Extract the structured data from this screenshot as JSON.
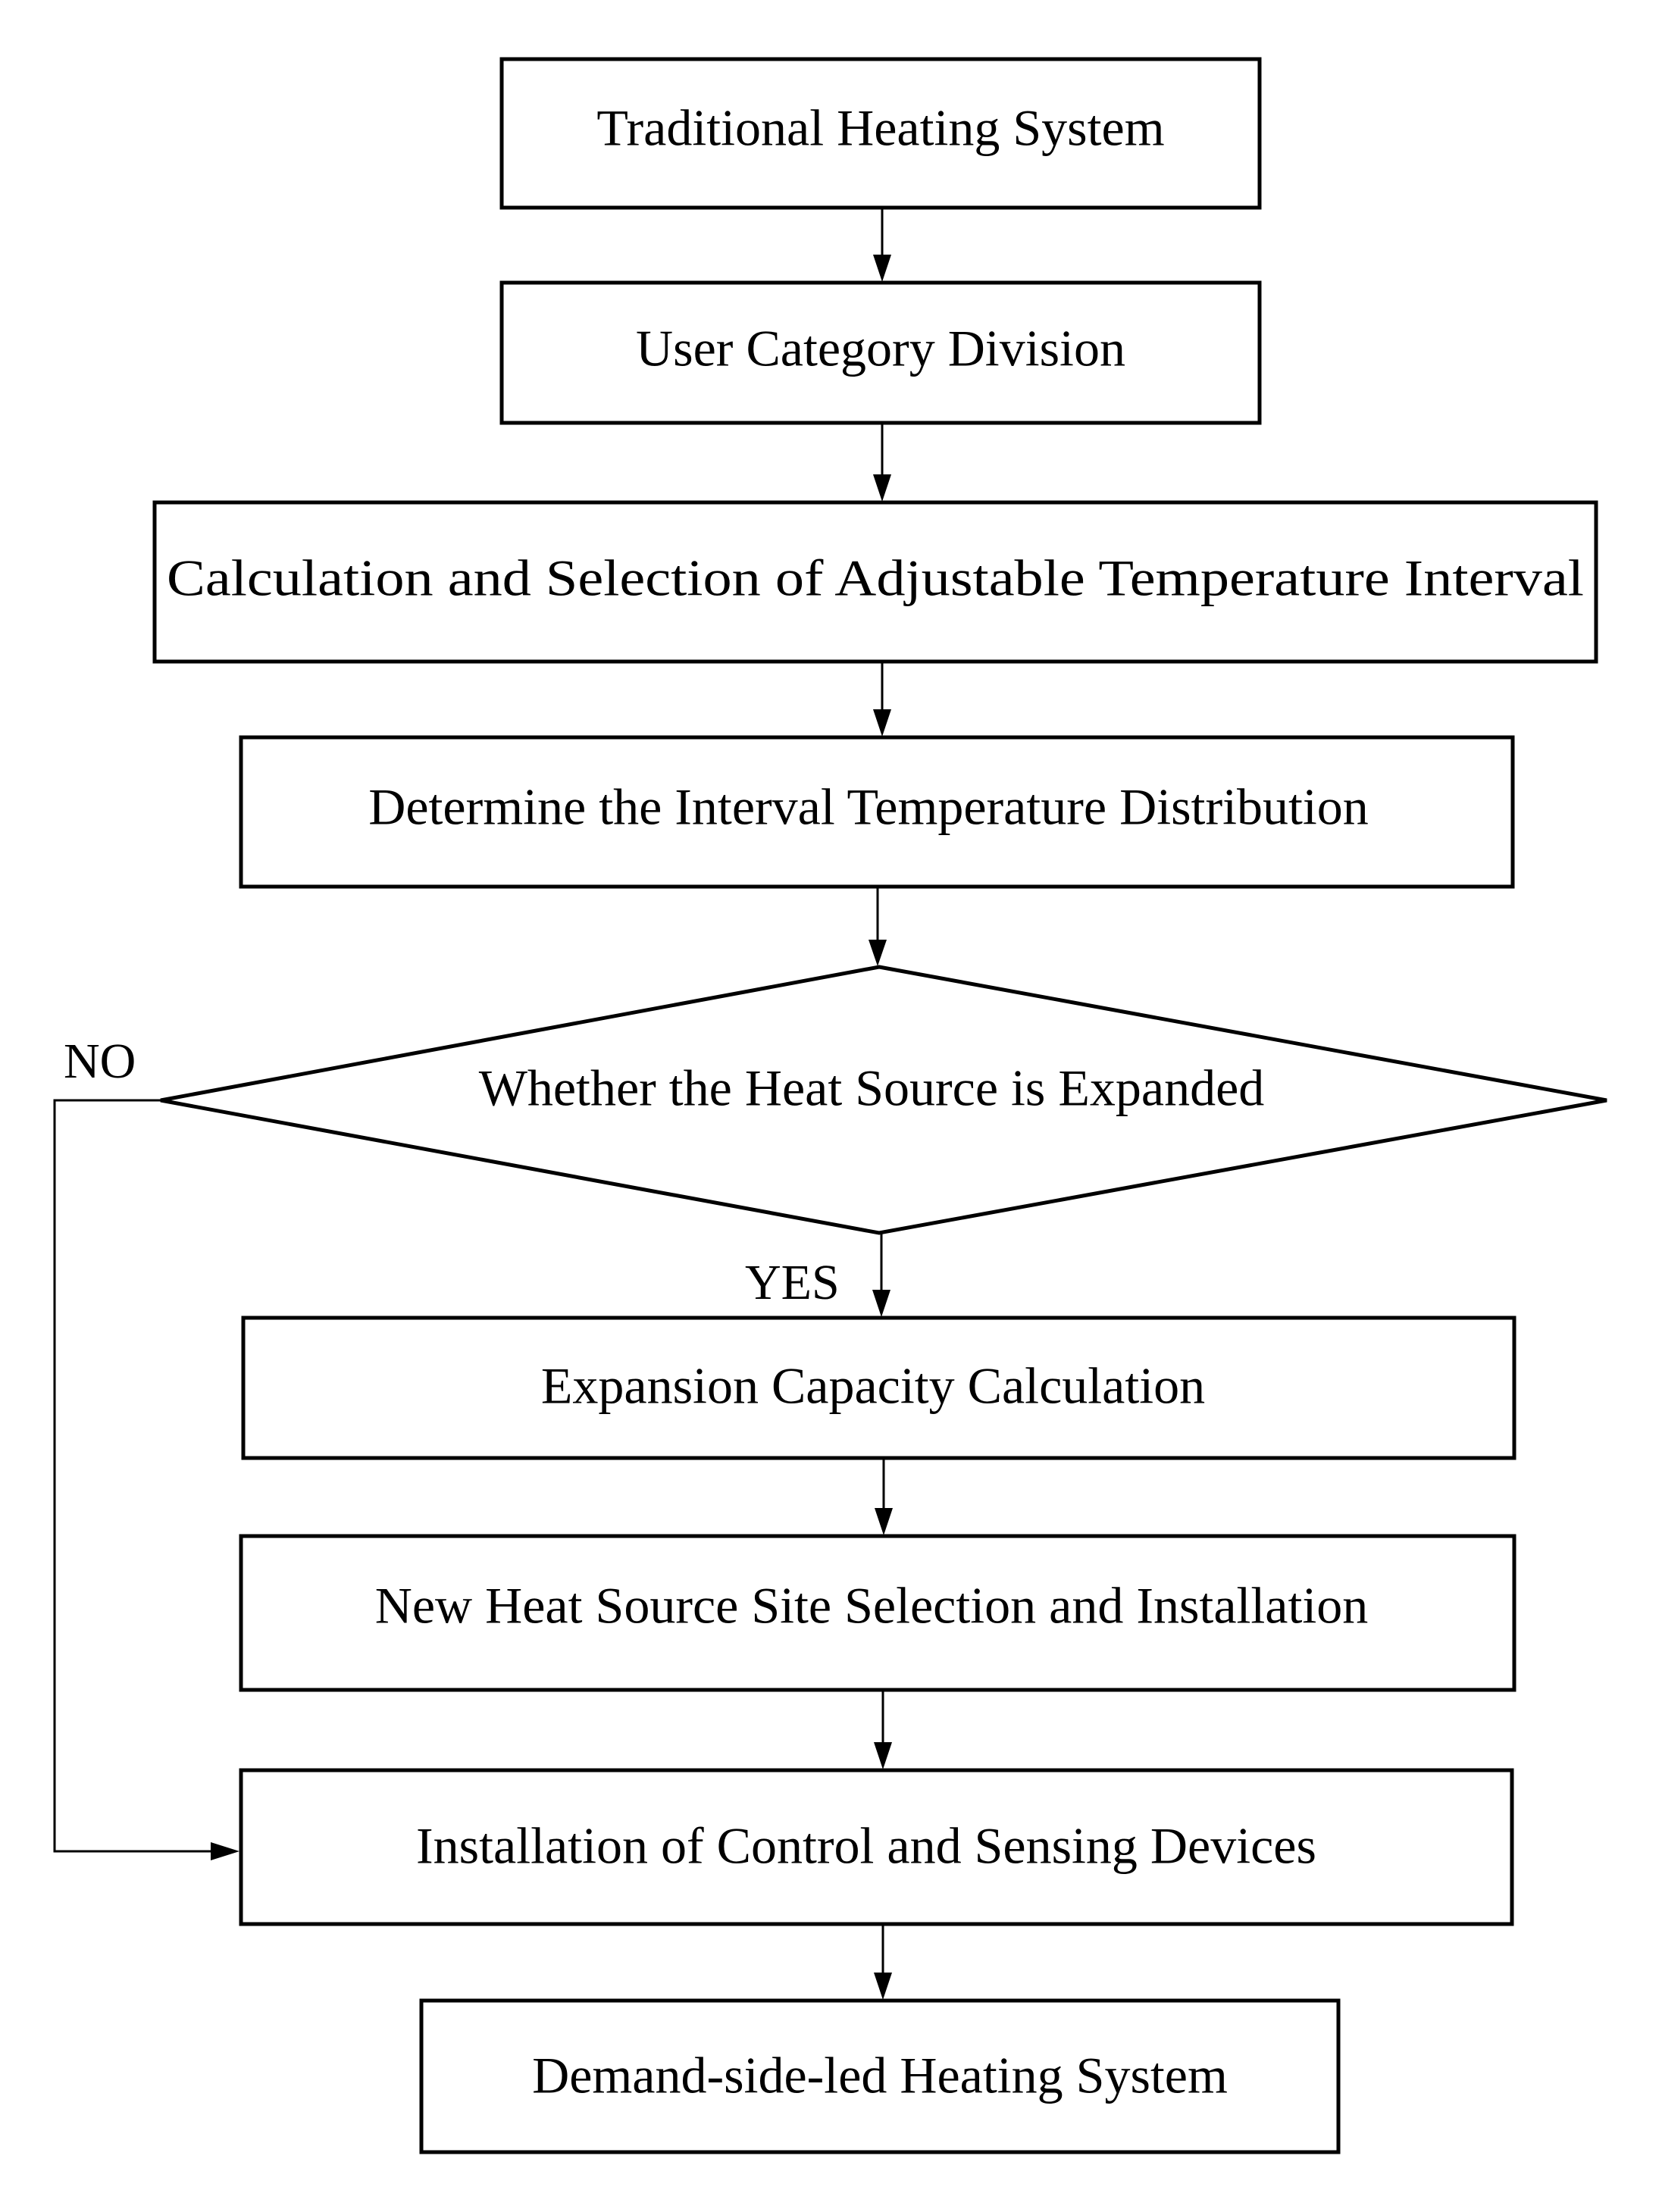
{
  "diagram": {
    "type": "flowchart",
    "nodes": [
      {
        "id": "traditional_heating",
        "shape": "rectangle",
        "label": "Traditional Heating System"
      },
      {
        "id": "user_category",
        "shape": "rectangle",
        "label": "User Category Division"
      },
      {
        "id": "calc_interval",
        "shape": "rectangle",
        "label": "Calculation and Selection of Adjustable Temperature Interval"
      },
      {
        "id": "determine_distribution",
        "shape": "rectangle",
        "label": "Determine the Interval Temperature Distribution"
      },
      {
        "id": "heat_source_decision",
        "shape": "diamond",
        "label": "Whether the Heat Source is Expanded"
      },
      {
        "id": "expansion_capacity",
        "shape": "rectangle",
        "label": "Expansion Capacity Calculation"
      },
      {
        "id": "new_site_selection",
        "shape": "rectangle",
        "label": "New Heat Source Site Selection and Installation"
      },
      {
        "id": "install_devices",
        "shape": "rectangle",
        "label": "Installation of Control and Sensing Devices"
      },
      {
        "id": "demand_side",
        "shape": "rectangle",
        "label": "Demand-side-led Heating System"
      }
    ],
    "edges": [
      {
        "from": "traditional_heating",
        "to": "user_category",
        "label": ""
      },
      {
        "from": "user_category",
        "to": "calc_interval",
        "label": ""
      },
      {
        "from": "calc_interval",
        "to": "determine_distribution",
        "label": ""
      },
      {
        "from": "determine_distribution",
        "to": "heat_source_decision",
        "label": ""
      },
      {
        "from": "heat_source_decision",
        "to": "expansion_capacity",
        "label": "YES"
      },
      {
        "from": "expansion_capacity",
        "to": "new_site_selection",
        "label": ""
      },
      {
        "from": "new_site_selection",
        "to": "install_devices",
        "label": ""
      },
      {
        "from": "heat_source_decision",
        "to": "install_devices",
        "label": "NO"
      },
      {
        "from": "install_devices",
        "to": "demand_side",
        "label": ""
      }
    ],
    "colors": {
      "stroke": "#000000",
      "fill": "#ffffff",
      "text": "#000000"
    }
  }
}
